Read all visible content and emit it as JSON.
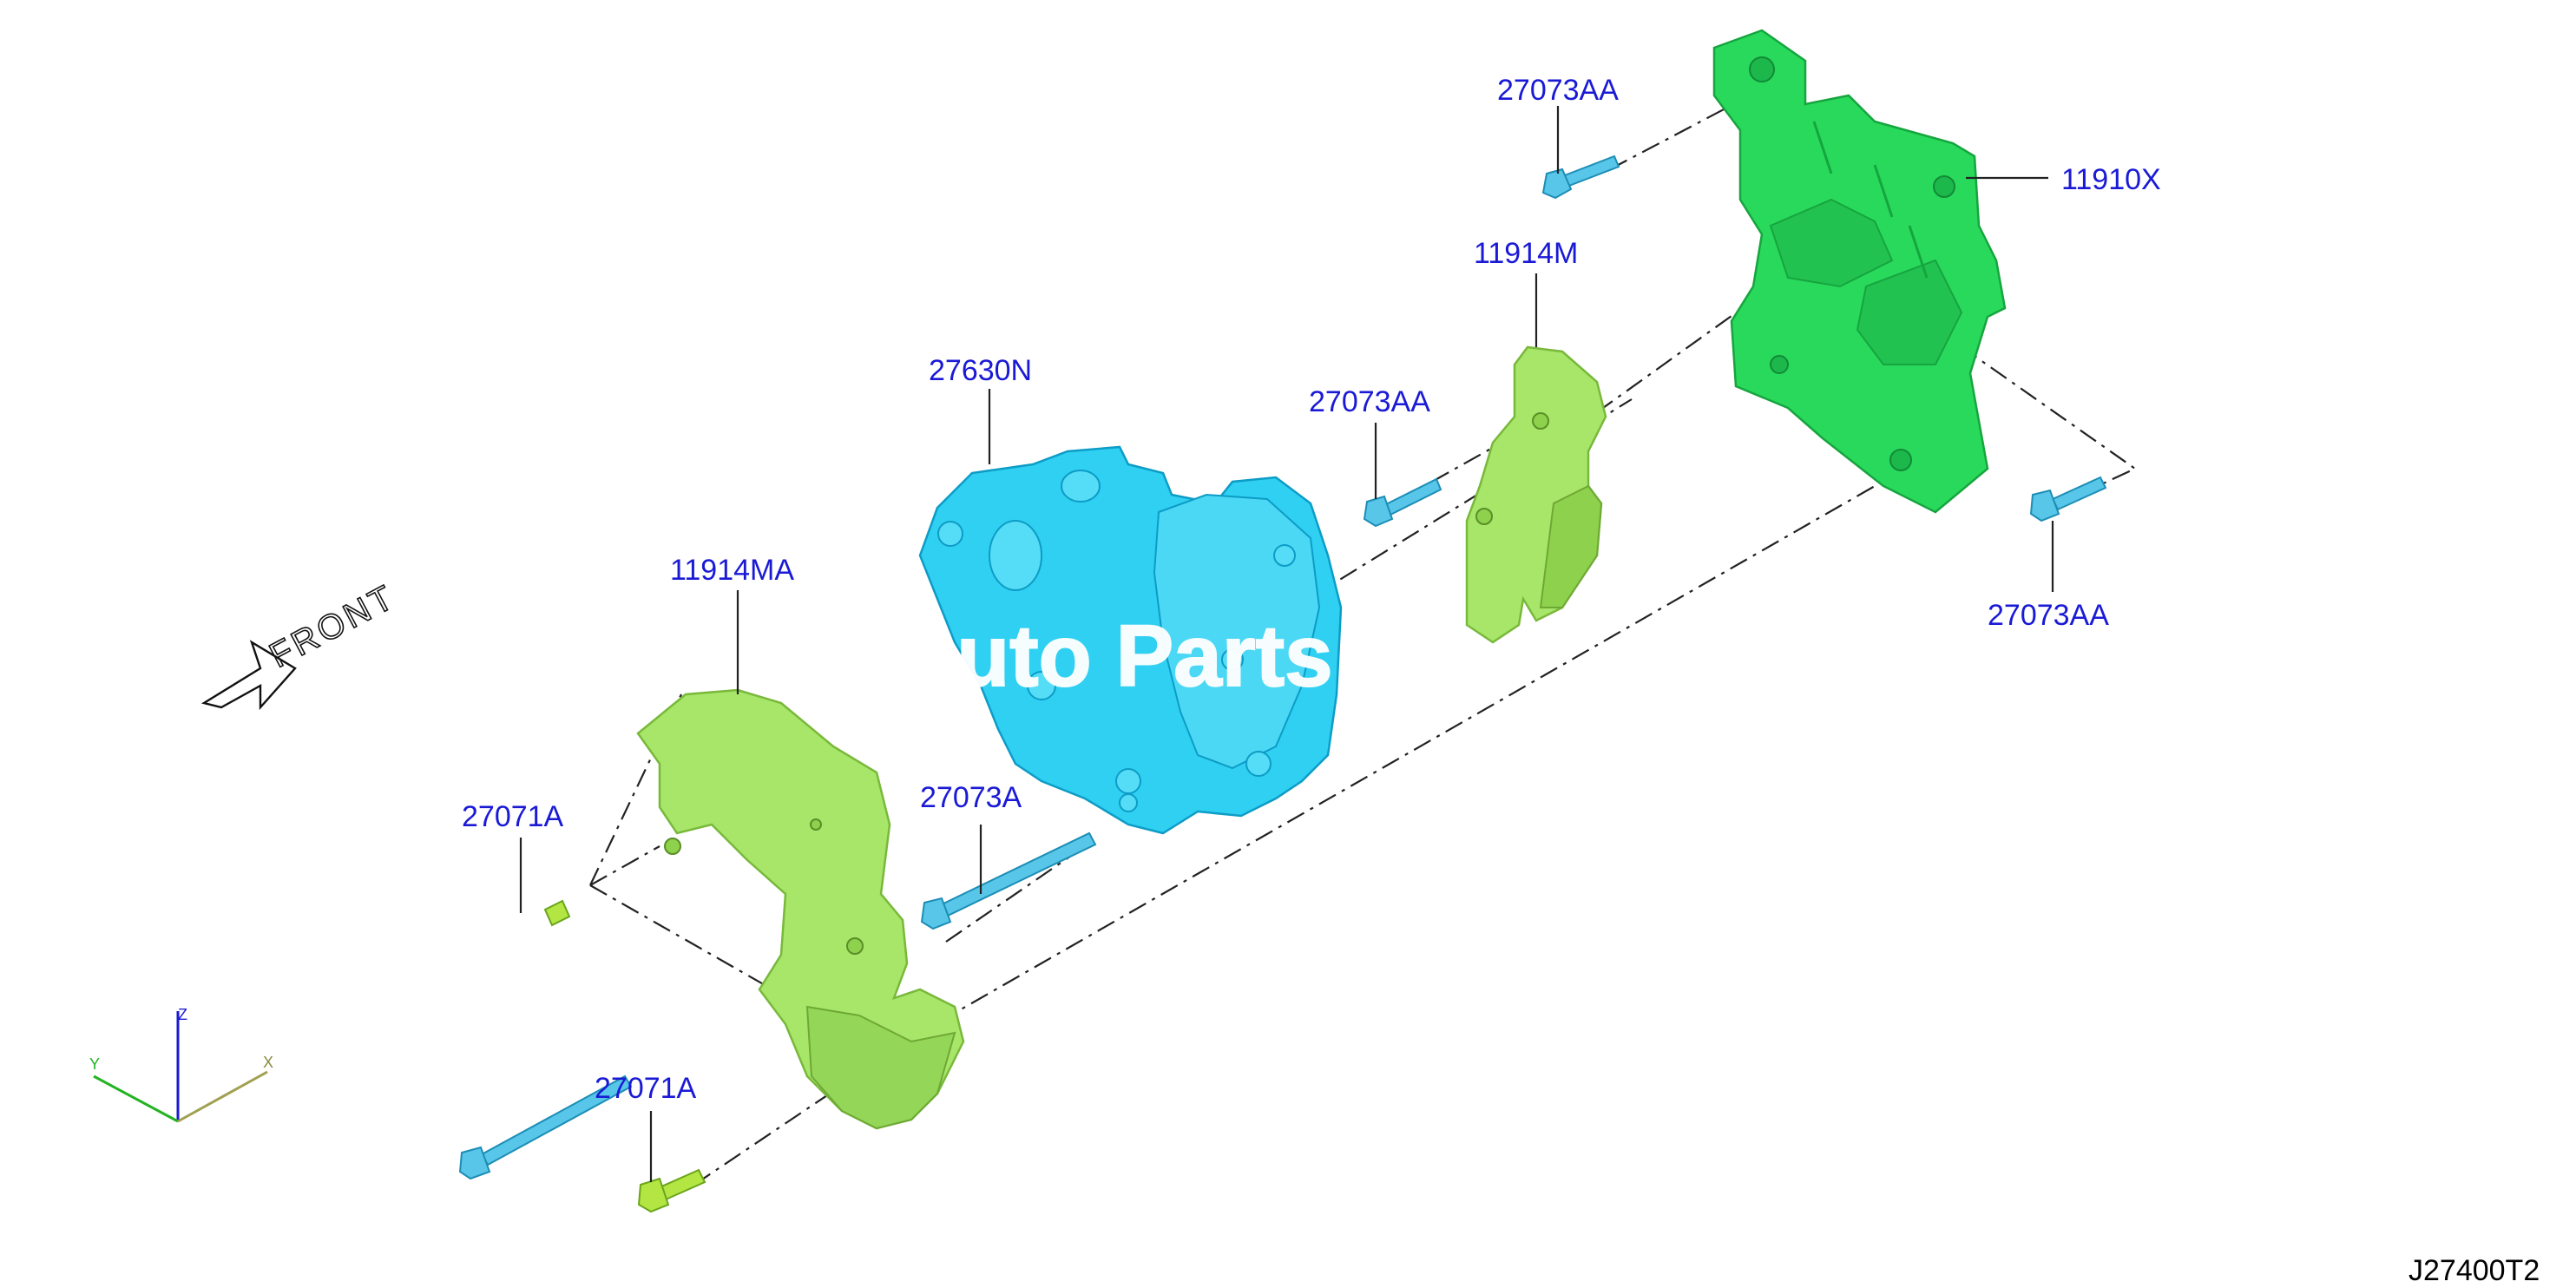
{
  "diagram": {
    "drawing_code": "J27400T2",
    "front_label": "FRONT",
    "watermark": "Auto Parts",
    "axes": {
      "x": "X",
      "y": "Y",
      "z": "Z"
    },
    "parts": [
      {
        "id": "27073AA_top",
        "label": "27073AA"
      },
      {
        "id": "11910X",
        "label": "11910X"
      },
      {
        "id": "11914M",
        "label": "11914M"
      },
      {
        "id": "27630N",
        "label": "27630N"
      },
      {
        "id": "27073AA_mid",
        "label": "27073AA"
      },
      {
        "id": "27073AA_right",
        "label": "27073AA"
      },
      {
        "id": "11914MA",
        "label": "11914MA"
      },
      {
        "id": "27071A_left",
        "label": "27071A"
      },
      {
        "id": "27073A",
        "label": "27073A"
      },
      {
        "id": "27071A_bottom",
        "label": "27071A"
      }
    ],
    "colors": {
      "label": "#1a1ad6",
      "compressor": "#2fd0f2",
      "bracket_main": "#29d95c",
      "bracket_light": "#a8e66a",
      "bolt": "#58c6e8"
    }
  }
}
